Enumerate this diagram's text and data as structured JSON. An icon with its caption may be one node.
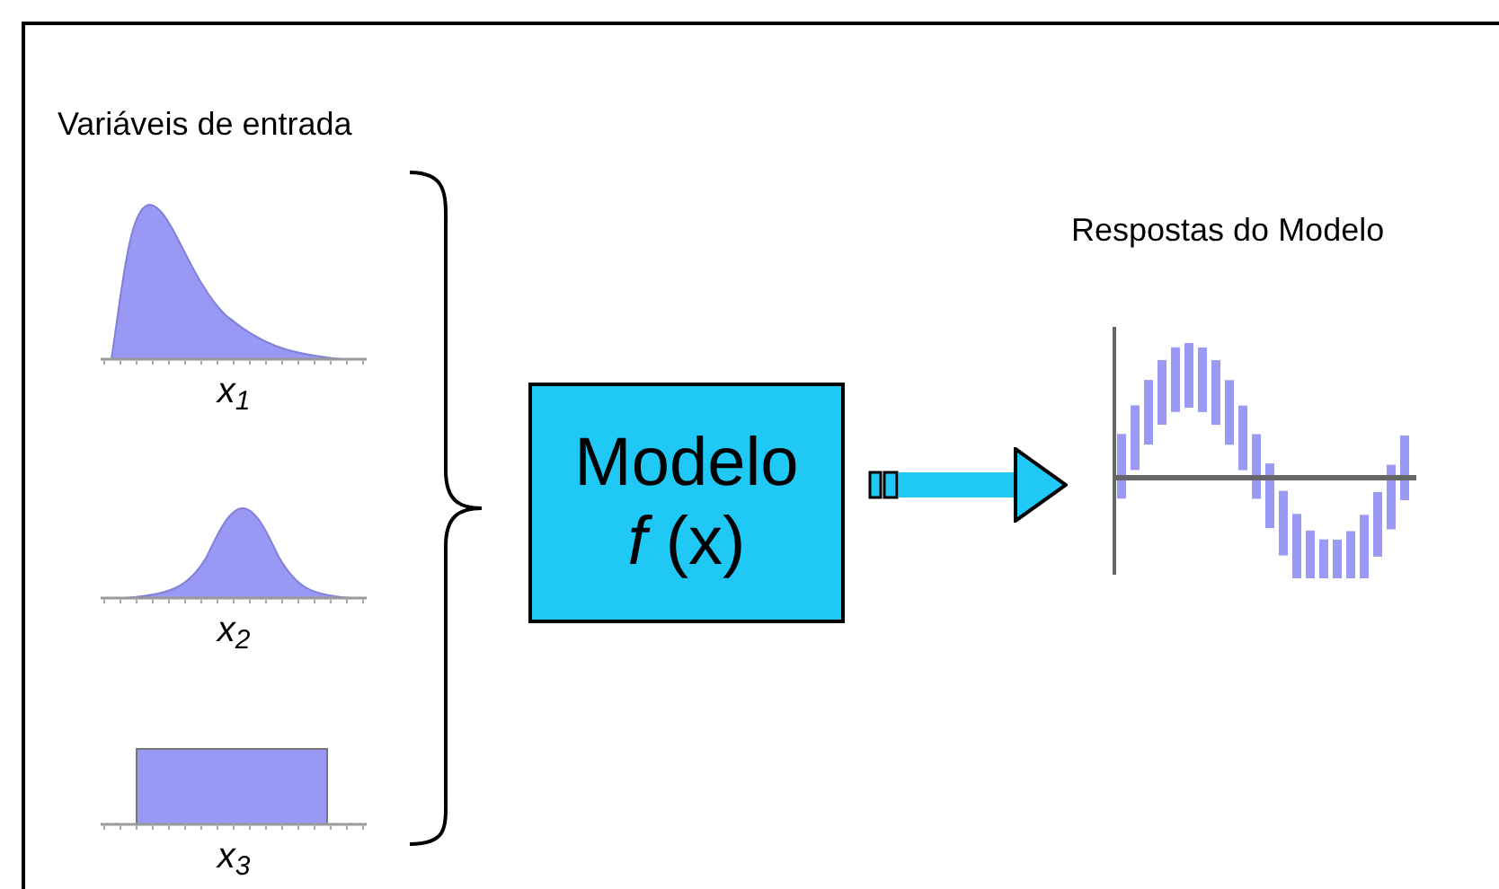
{
  "diagram": {
    "nodes": [
      {
        "text": [
          "x$_{1}$"
        ]
      },
      {
        "text": [
          "x$_{2}$"
        ]
      },
      {
        "text": [
          "x$_{3}$"
        ]
      },
      {
        "text": [
          "Modelo",
          "*f* (x)"
        ]
      },
      {
        "text": [
          "Respostas do Modelo"
        ]
      }
    ],
    "edges": [
      {
        "from": 3,
        "to": 4,
        "arrow": "to"
      }
    ],
    "labels": [
      "Variáveis de entrada"
    ]
  }
}
